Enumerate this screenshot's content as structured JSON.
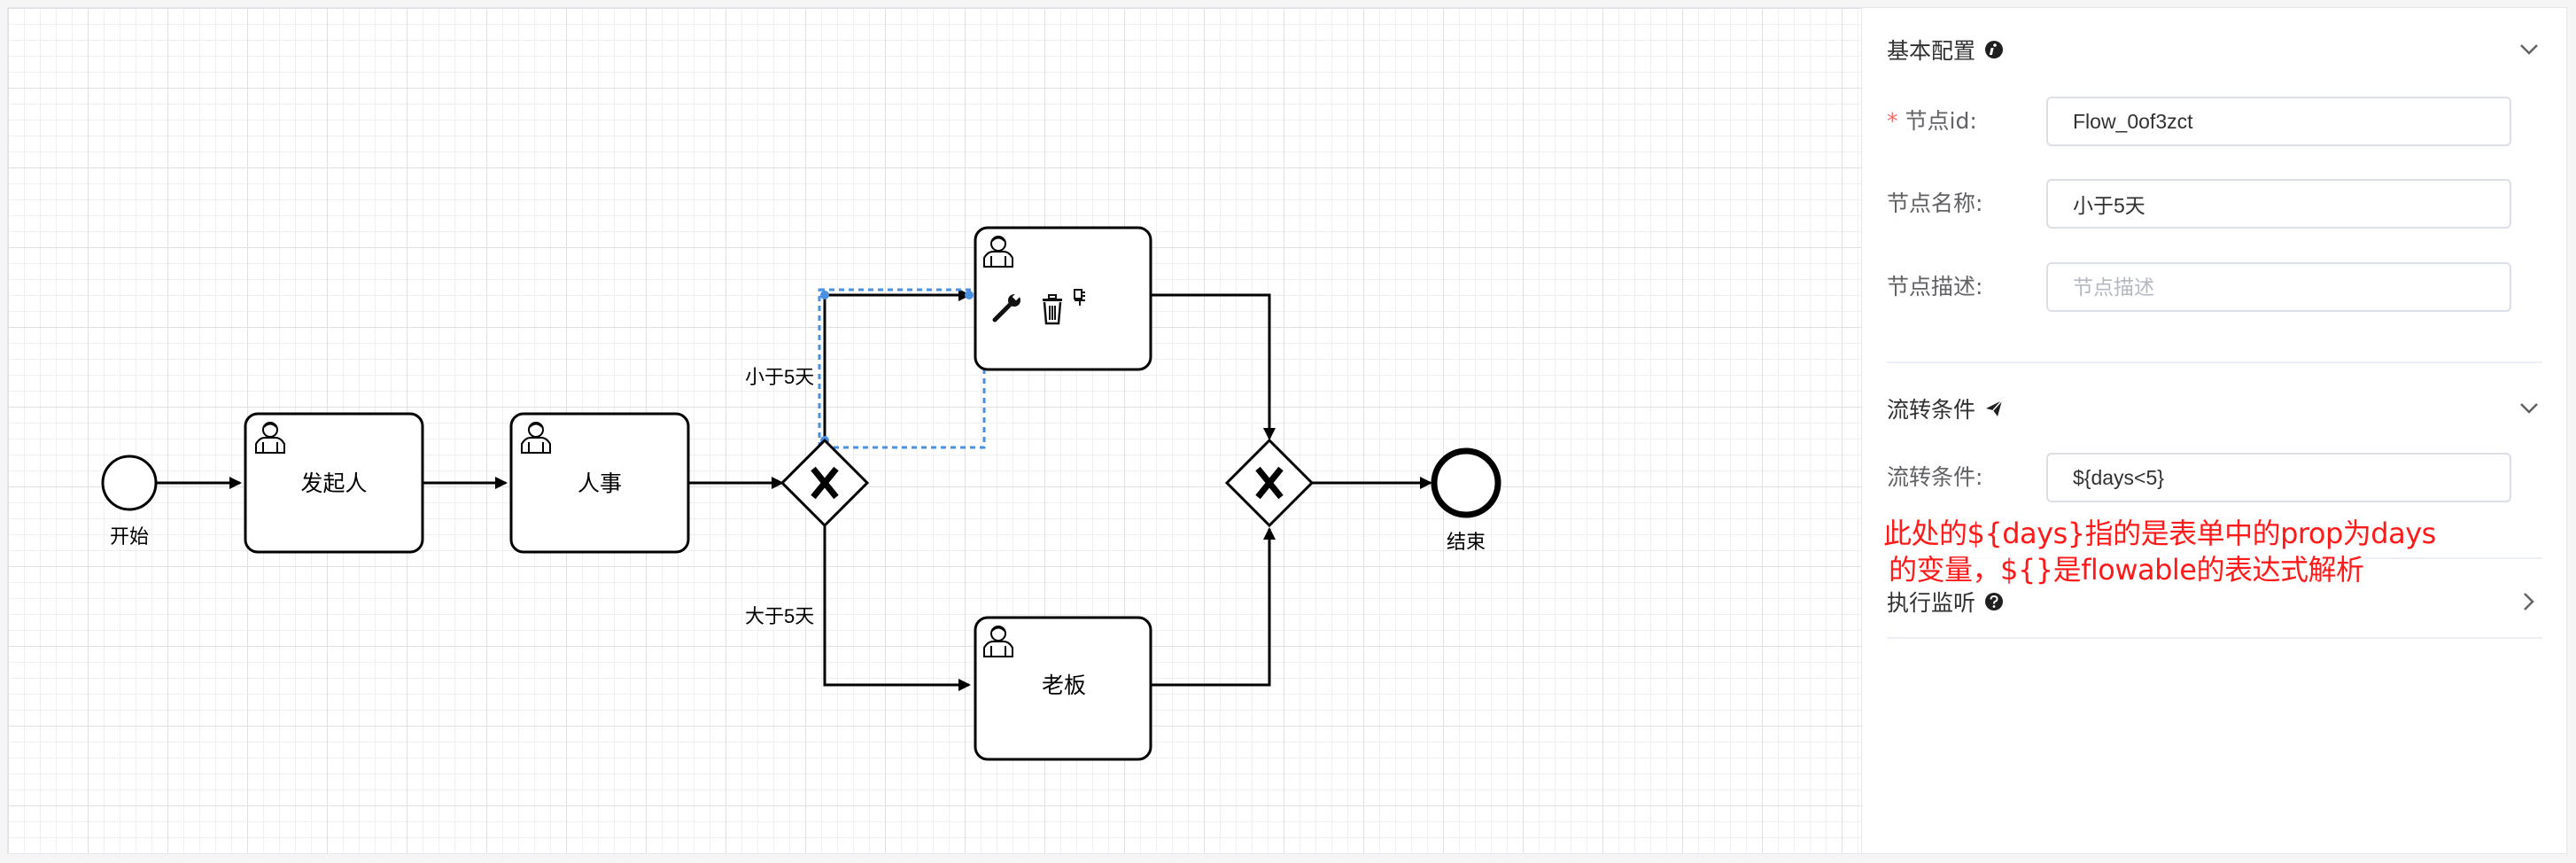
{
  "diagram": {
    "start_label": "开始",
    "end_label": "结束",
    "task_initiator": "发起人",
    "task_hr": "人事",
    "task_boss": "老板",
    "flow_less_5": "小于5天",
    "flow_more_5": "大于5天"
  },
  "panel": {
    "basic": {
      "title": "基本配置",
      "node_id_label": "节点id:",
      "node_id_value": "Flow_0of3zct",
      "node_name_label": "节点名称:",
      "node_name_value": "小于5天",
      "node_desc_label": "节点描述:",
      "node_desc_placeholder": "节点描述"
    },
    "condition": {
      "title": "流转条件",
      "label": "流转条件:",
      "value": "${days<5}"
    },
    "listener": {
      "title": "执行监听"
    }
  },
  "annotation": {
    "line1": "此处的${days}指的是表单中的prop为days",
    "line2": "的变量，${}是flowable的表达式解析"
  },
  "colors": {
    "accent_red": "#ff1a1a",
    "selection_blue": "#4a90e2",
    "required_star": "#f56c6c"
  }
}
